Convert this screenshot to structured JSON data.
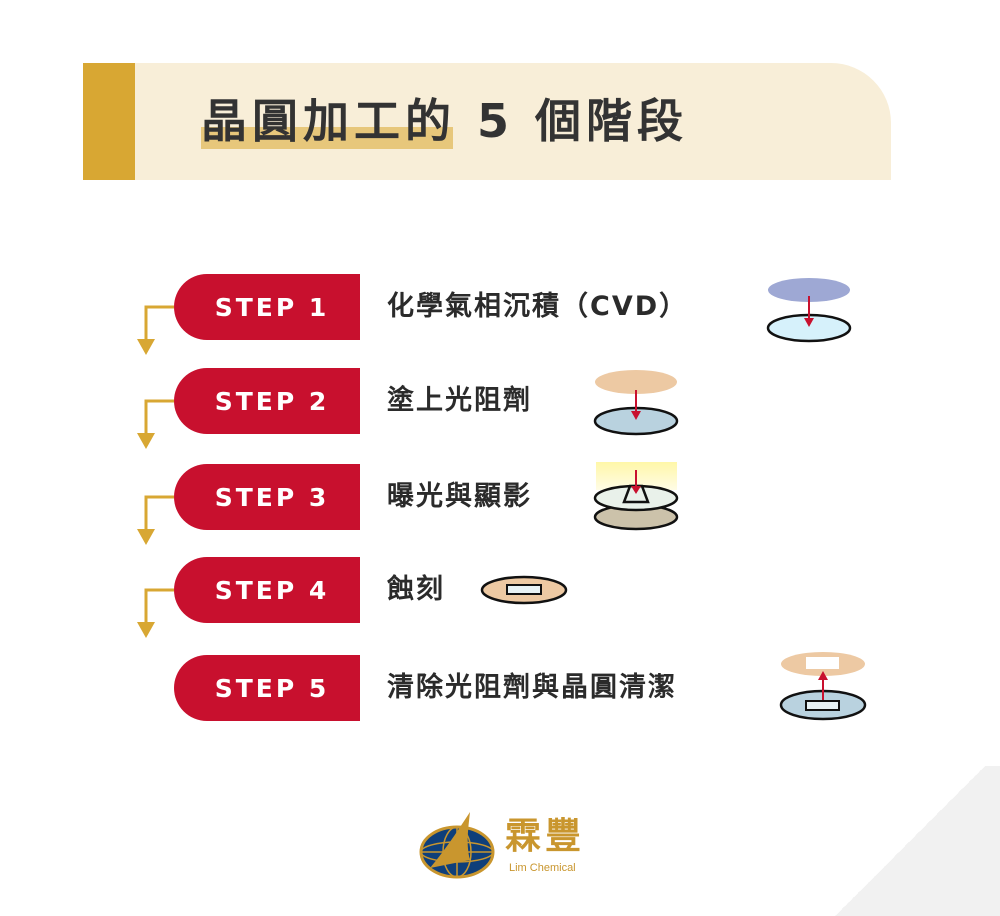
{
  "title": "晶圓加工的 5 個階段",
  "steps": [
    {
      "label": "STEP 1",
      "text": "化學氣相沉積（CVD）"
    },
    {
      "label": "STEP 2",
      "text": "塗上光阻劑"
    },
    {
      "label": "STEP 3",
      "text": "曝光與顯影"
    },
    {
      "label": "STEP 4",
      "text": "蝕刻"
    },
    {
      "label": "STEP 5",
      "text": "清除光阻劑與晶圓清潔"
    }
  ],
  "logo": {
    "name": "霖豐",
    "sub": "Lim Chemical"
  },
  "colors": {
    "step_red": "#c8102e",
    "gold": "#d8a733",
    "banner_bg": "#f8eed8",
    "cvd_layer": "#9ea8d4",
    "wafer_blue": "#d6f1fb",
    "wafer_grey": "#b9d2df",
    "photoresist": "#edc9a3",
    "develop_base": "#ccc2aa",
    "light_yellow": "#fff7a8"
  }
}
